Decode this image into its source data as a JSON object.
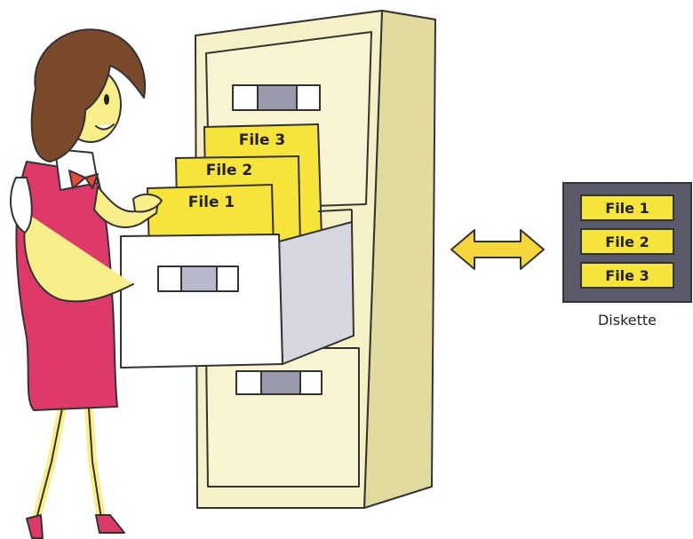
{
  "cabinet_files": [
    {
      "label": "File 3"
    },
    {
      "label": "File 2"
    },
    {
      "label": "File 1"
    }
  ],
  "diskette": {
    "caption": "Diskette",
    "files": [
      {
        "label": "File 1"
      },
      {
        "label": "File 2"
      },
      {
        "label": "File 3"
      }
    ]
  },
  "colors": {
    "cabinet": "#f6f0c6",
    "folder": "#f7e43a",
    "dress": "#dd3a6a",
    "skin": "#f9ef8a",
    "hair": "#7a4a2a",
    "diskette": "#5a5a6a",
    "arrow": "#f4d63a"
  },
  "icons": [
    "woman-figure",
    "file-cabinet",
    "double-arrow-icon",
    "diskette-icon"
  ]
}
